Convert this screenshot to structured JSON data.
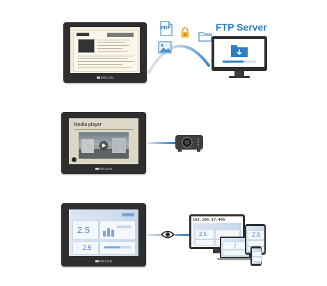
{
  "ftp_section": {
    "title": "FTP Server",
    "icons": [
      "pdf-file-icon",
      "padlock-icon",
      "folder-icon",
      "image-file-icon",
      "folder-download-icon",
      "desktop-monitor-icon"
    ],
    "pdf_label": "PDF",
    "hmi_brand": "WECON"
  },
  "media_section": {
    "screen_title": "Media player",
    "hmi_brand": "WECON",
    "icons": [
      "play-icon",
      "projector-icon"
    ]
  },
  "monitoring_section": {
    "screen_title": "Smart HMI Monitoring",
    "values": [
      "2.5",
      "2.5"
    ],
    "hmi_brand": "WECON",
    "remote_ip": "192.168.17.466",
    "remote_screen_title": "Smart HMI Monitoring",
    "remote_values": [
      "2.5",
      "2.5"
    ],
    "icons": [
      "eye-icon",
      "desktop-monitor-icon",
      "laptop-icon",
      "tablet-icon",
      "phone-icon"
    ]
  },
  "colors": {
    "accent_blue": "#2d7fc2",
    "arc_blue": "#4a94d3",
    "device_dark": "#2e2e2e",
    "lock_gold": "#e7a62c"
  }
}
